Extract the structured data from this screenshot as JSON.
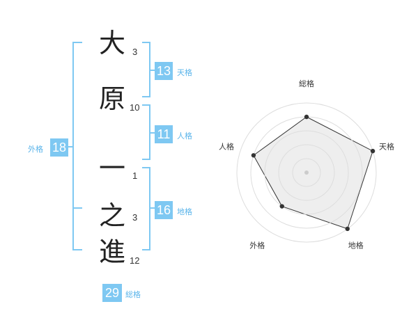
{
  "name": {
    "chars": [
      {
        "char": "大",
        "strokes": "3"
      },
      {
        "char": "原",
        "strokes": "10"
      },
      {
        "char": "一",
        "strokes": "1"
      },
      {
        "char": "之",
        "strokes": "3"
      },
      {
        "char": "進",
        "strokes": "12"
      }
    ]
  },
  "fortune": {
    "tenkaku": {
      "value": "13",
      "label": "天格"
    },
    "jinkaku": {
      "value": "11",
      "label": "人格"
    },
    "chikaku": {
      "value": "16",
      "label": "地格"
    },
    "gaikaku": {
      "value": "18",
      "label": "外格"
    },
    "soukaku": {
      "value": "29",
      "label": "総格"
    }
  },
  "chart_data": {
    "type": "radar",
    "axes": [
      "総格",
      "天格",
      "地格",
      "外格",
      "人格"
    ],
    "values": [
      4,
      5,
      5,
      3,
      4
    ],
    "max": 5,
    "rings": 5,
    "colors": {
      "fill": "#eeeeee",
      "line": "#333333",
      "ring": "#dddddd",
      "point": "#333333"
    }
  },
  "colors": {
    "accent": "#7ec8f2",
    "label": "#5ab4ea"
  }
}
